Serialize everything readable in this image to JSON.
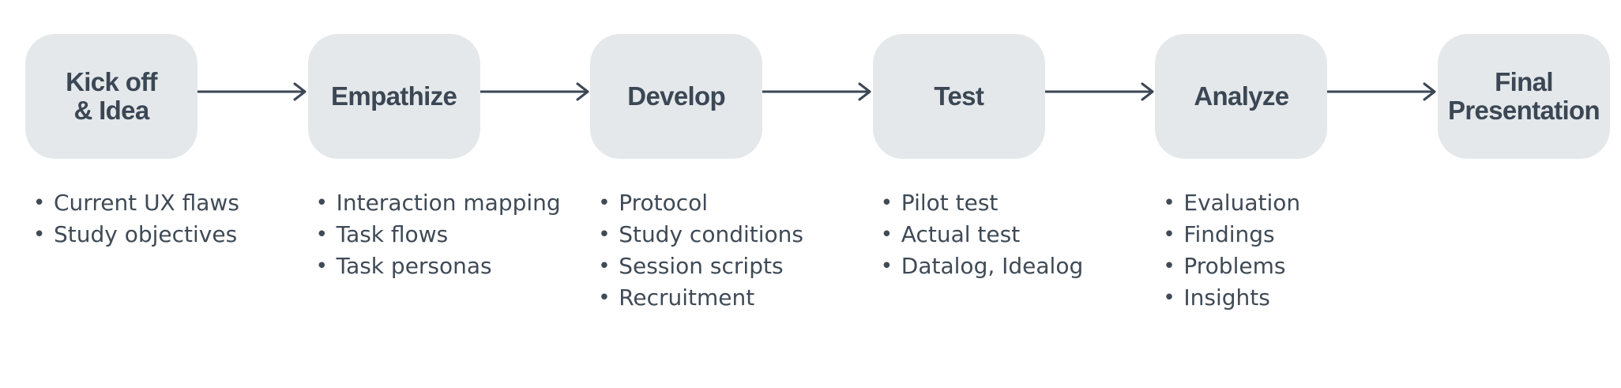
{
  "diagram": {
    "type": "process-flow",
    "direction": "left-to-right",
    "colors": {
      "background": "#ffffff",
      "box_fill": "#e4e8eb",
      "title_text": "#3b4754",
      "item_text": "#3f4a56",
      "arrow": "#3b4754"
    },
    "connector_icon": "arrow-right-icon",
    "stages": [
      {
        "title": "Kick off & Idea",
        "title_lines": [
          "Kick off",
          "& Idea"
        ],
        "items": [
          "Current UX flaws",
          "Study objectives"
        ]
      },
      {
        "title": "Empathize",
        "title_lines": [
          "Empathize"
        ],
        "items": [
          "Interaction mapping",
          "Task flows",
          "Task personas"
        ]
      },
      {
        "title": "Develop",
        "title_lines": [
          "Develop"
        ],
        "items": [
          "Protocol",
          "Study conditions",
          "Session scripts",
          "Recruitment"
        ]
      },
      {
        "title": "Test",
        "title_lines": [
          "Test"
        ],
        "items": [
          "Pilot test",
          "Actual test",
          "Datalog, Idealog"
        ]
      },
      {
        "title": "Analyze",
        "title_lines": [
          "Analyze"
        ],
        "items": [
          "Evaluation",
          "Findings",
          "Problems",
          "Insights"
        ]
      },
      {
        "title": "Final Presentation",
        "title_lines": [
          "Final",
          "Presentation"
        ],
        "items": []
      }
    ]
  }
}
